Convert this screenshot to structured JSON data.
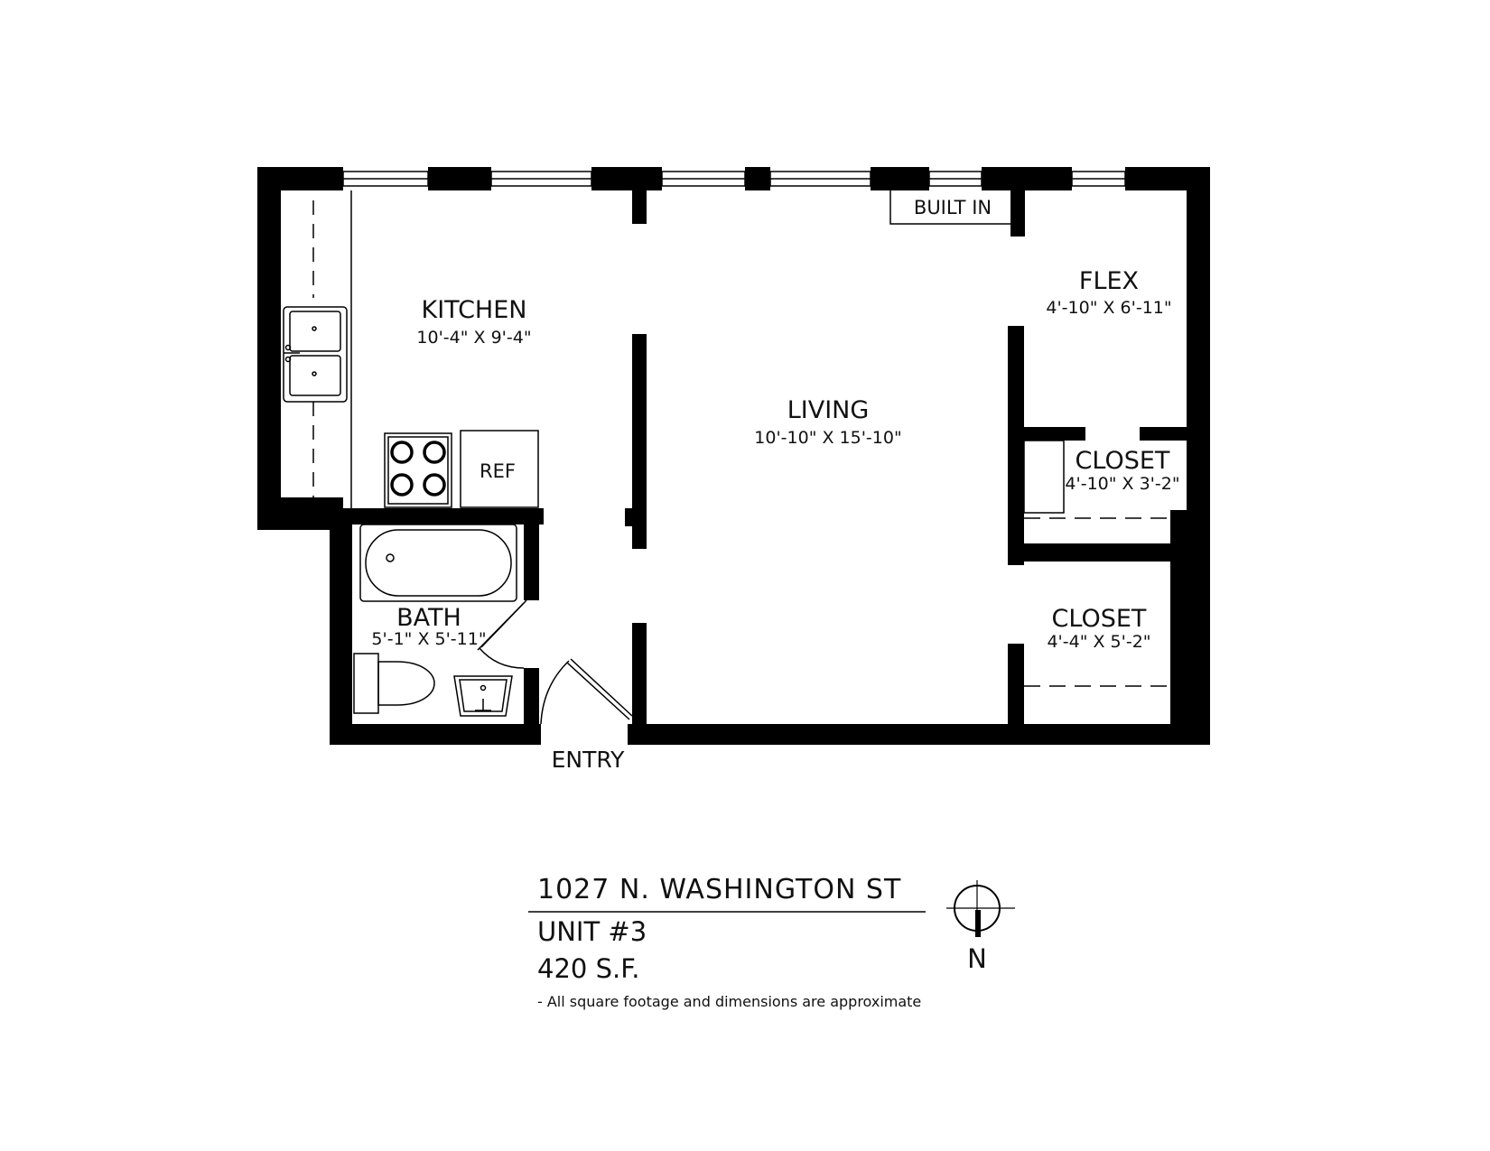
{
  "rooms": {
    "kitchen": {
      "name": "KITCHEN",
      "dims": "10'-4\" X 9'-4\""
    },
    "living": {
      "name": "LIVING",
      "dims": "10'-10\" X 15'-10\""
    },
    "flex": {
      "name": "FLEX",
      "dims": "4'-10\" X 6'-11\""
    },
    "closet1": {
      "name": "CLOSET",
      "dims": "4'-10\" X 3'-2\""
    },
    "closet2": {
      "name": "CLOSET",
      "dims": "4'-4\" X 5'-2\""
    },
    "bath": {
      "name": "BATH",
      "dims": "5'-1\" X 5'-11\""
    }
  },
  "fixtures": {
    "ref": "REF",
    "built_in": "BUILT IN"
  },
  "entry": "ENTRY",
  "info": {
    "address": "1027 N. WASHINGTON ST",
    "unit": "UNIT #3",
    "area": "420 S.F.",
    "note": "- All square footage and dimensions are approximate"
  },
  "compass": {
    "label": "N"
  }
}
